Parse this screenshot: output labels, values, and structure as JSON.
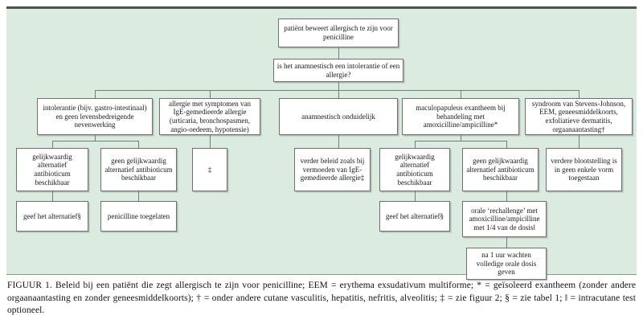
{
  "figure": {
    "panel_bg": "#dcebe0",
    "node_bg": "#ffffff",
    "node_border": "#6f6f6f",
    "line_color": "#6f7f76"
  },
  "nodes": {
    "n1": "patiënt beweert allergisch te zijn voor penicilline",
    "n2": "is het anamnestisch een intolerantie of een allergie?",
    "n3": "intolerantie (bijv. gastro-intestinaal) en geen levensbedreigende nevenwerking",
    "n4": "allergie met symptomen van IgE-gemedieerde allergie (urticaria, bronchospasmen, angio-oedeem, hypotensie)",
    "n5": "anamnestisch onduidelijk",
    "n6": "maculopapuleus exantheem bij behandeling met amoxicilline/ampicilline*",
    "n7": "syndroom van Stevens-Johnson, EEM, geneesmiddelkoorts, exfoliatieve dermatitis, orgaanaantasting†",
    "n8": "gelijkwaardig alternatief antibioticum beschikbaar",
    "n9": "geen gelijkwaardig alternatief antibioticum beschikbaar",
    "n10": "‡",
    "n11": "verder beleid zoals bij vermoeden van IgE-gemedieerde allergie‡",
    "n12": "gelijkwaardig alternatief antibioticum beschikbaar",
    "n13": "geen gelijkwaardig alternatief antibioticum beschikbaar",
    "n14": "verdere blootstelling is in geen enkele vorm toegestaan",
    "n15": "geef het alternatief§",
    "n16": "penicilline toegelaten",
    "n17": "geef het alternatief§",
    "n18": "orale ‘rechallenge’ met amoxicilline/ampicilline met 1/4 van de dosis‖",
    "n19": "na 1 uur wachten volledige orale dosis geven"
  },
  "caption": {
    "label": "FIGUUR 1.",
    "body": " Beleid bij een patiënt die zegt allergisch te zijn voor penicilline; EEM = erythema exsudativum multiforme; * = geïsoleerd exantheem (zonder andere orgaanaantasting en zonder geneesmiddelkoorts); † = onder andere cutane vasculitis, hepatitis, nefritis, alveolitis; ‡ = zie figuur 2; § = zie tabel 1; ‖ = intracutane test optioneel."
  }
}
